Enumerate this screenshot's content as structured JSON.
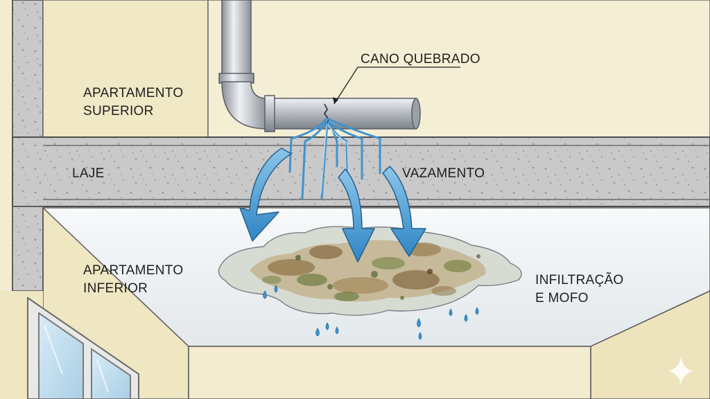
{
  "labels": {
    "upper_apartment": [
      "APARTAMENTO",
      "SUPERIOR"
    ],
    "slab": "LAJE",
    "lower_apartment": [
      "APARTAMENTO",
      "INFERIOR"
    ],
    "broken_pipe": "CANO QUEBRADO",
    "leak": "VAZAMENTO",
    "infiltration": [
      "INFILTRAÇÃO",
      "E MOFO"
    ]
  },
  "colors": {
    "wall": "#f3ecd0",
    "concrete": "#c9c9c9",
    "pipe": "#b9bec4",
    "water": "#3f93cf",
    "ceiling": "#eef1f4"
  },
  "icons": {
    "watermark": "sparkle-icon"
  }
}
